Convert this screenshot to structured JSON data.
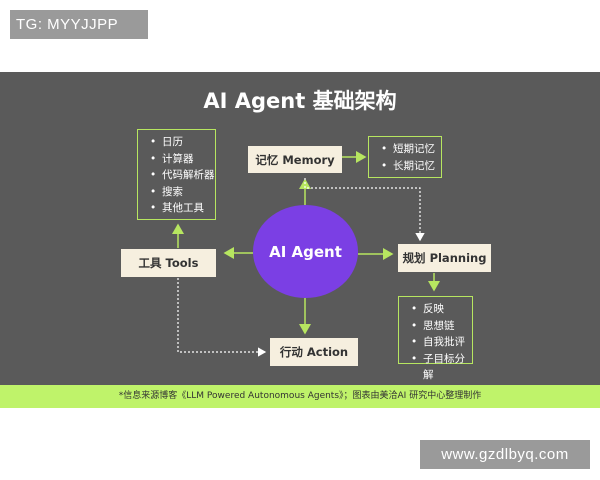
{
  "watermarks": {
    "top_left": "TG: MYYJJPP",
    "bottom_right": "www.gzdlbyq.com"
  },
  "diagram": {
    "title": "AI Agent 基础架构",
    "center": "AI Agent",
    "memory": {
      "label": "记忆 Memory",
      "items": [
        "短期记忆",
        "长期记忆"
      ]
    },
    "tools": {
      "label": "工具 Tools",
      "items": [
        "日历",
        "计算器",
        "代码解析器",
        "搜索",
        "其他工具"
      ]
    },
    "planning": {
      "label": "规划 Planning",
      "items": [
        "反映",
        "思想链",
        "自我批评",
        "子目标分解"
      ]
    },
    "action": {
      "label": "行动 Action"
    }
  },
  "footer": {
    "source": "*信息来源博客《LLM Powered Autonomous Agents》；图表由美洽AI 研究中心整理制作"
  },
  "colors": {
    "panel": "#5a5a5a",
    "accent_green": "#b7e660",
    "center_purple": "#7b3fe4",
    "box_fill": "#f6efdf",
    "footer_green": "#bff36a"
  }
}
